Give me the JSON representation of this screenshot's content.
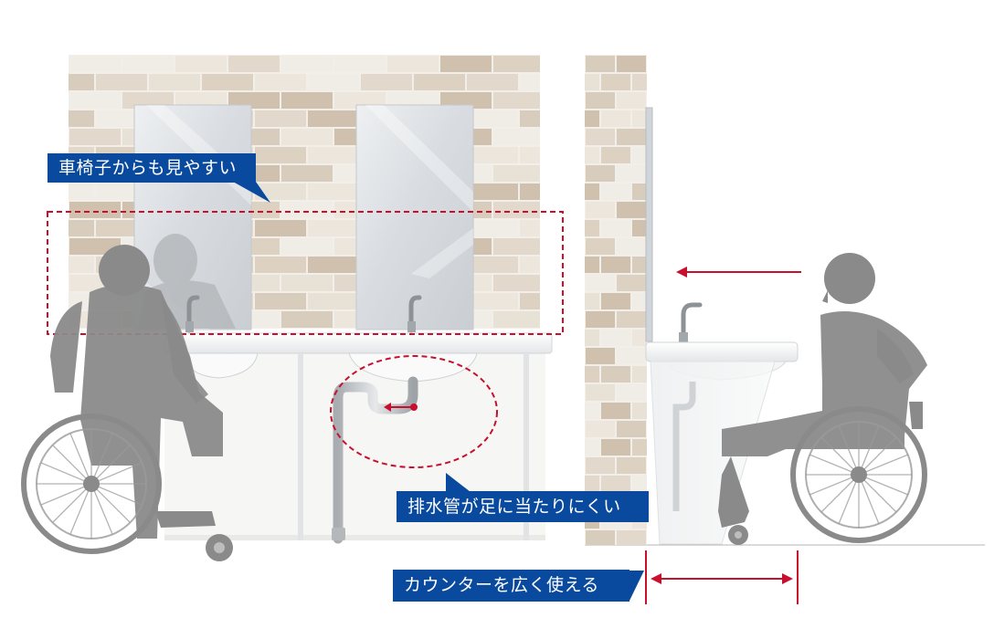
{
  "callouts": {
    "mirror_visibility": "車椅子からも見やすい",
    "drain_clearance": "排水管が足に当たりにくい",
    "counter_width": "カウンターを広く使える"
  },
  "colors": {
    "callout_fill": "#0a4a9e",
    "accent_red": "#c8102e",
    "silhouette": "#8a8a8a",
    "mortar": "#f2efea",
    "brick_palette": [
      "#ece6dd",
      "#e2d8cb",
      "#d8ccbc",
      "#f0ece6",
      "#ddd2c2",
      "#e8e1d6",
      "#cfc1ad"
    ]
  },
  "icons": {
    "arrow_left": "arrow-left-icon",
    "dimension_arrow": "double-headed-arrow-icon"
  }
}
